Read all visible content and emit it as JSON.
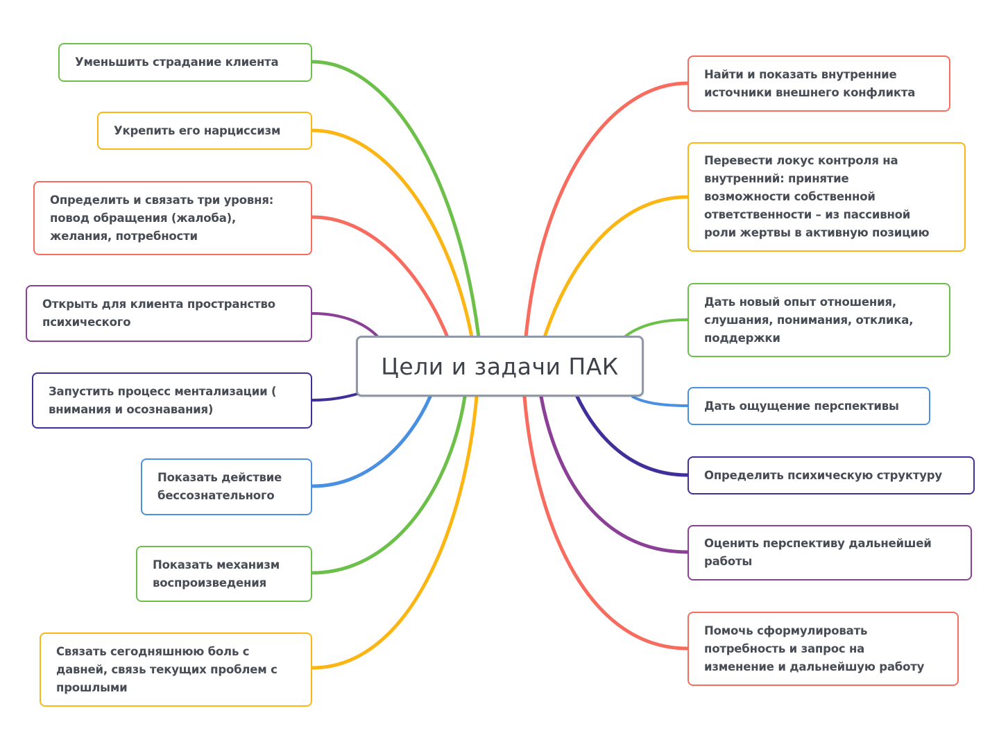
{
  "title": "Цели и задачи ПАК",
  "left": [
    {
      "text": "Уменьшить страдание клиента",
      "color": "#6cc04a"
    },
    {
      "text": "Укрепить его нарциссизм",
      "color": "#fbb614"
    },
    {
      "text": "Определить и связать три уровня:\nповод обращения (жалоба),\nжелания, потребности",
      "color": "#f76c5e"
    },
    {
      "text": "Открыть для клиента пространство\nпсихического",
      "color": "#8b3f96"
    },
    {
      "text": "Запустить процесс ментализации (\nвнимания и осознавания)",
      "color": "#3f2f9b"
    },
    {
      "text": "Показать действие\nбессознательного",
      "color": "#4a90e2"
    },
    {
      "text": "Показать механизм\nвоспроизведения",
      "color": "#6cc04a"
    },
    {
      "text": "Связать сегодняшнюю боль с\nдавней, связь текущих проблем с\nпрошлыми",
      "color": "#fbb614"
    }
  ],
  "right": [
    {
      "text": "Найти и показать внутренние\nисточники внешнего конфликта",
      "color": "#f76c5e"
    },
    {
      "text": "Перевести локус контроля на\nвнутренний: принятие\nвозможности собственной\nответственности – из пассивной\nроли жертвы в активную позицию",
      "color": "#fbb614"
    },
    {
      "text": "Дать новый опыт отношения,\nслушания, понимания, отклика,\nподдержки",
      "color": "#6cc04a"
    },
    {
      "text": "Дать ощущение перспективы",
      "color": "#4a90e2"
    },
    {
      "text": "Определить психическую структуру",
      "color": "#3f2f9b"
    },
    {
      "text": "Оценить перспективу дальнейшей\nработы",
      "color": "#8b3f96"
    },
    {
      "text": "Помочь сформулировать\nпотребность и запрос на\nизменение и дальнейшую работу",
      "color": "#f76c5e"
    }
  ]
}
